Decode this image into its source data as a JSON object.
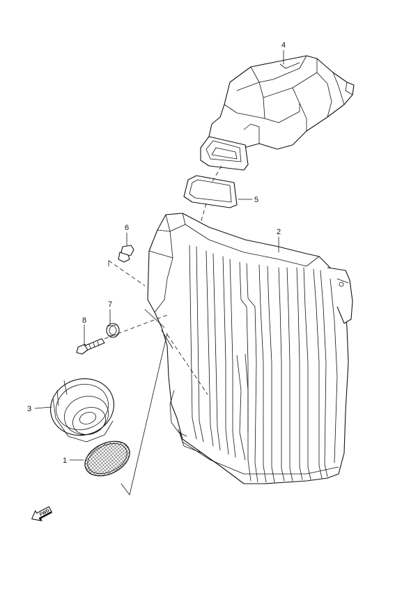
{
  "parts": [
    {
      "number": "1"
    },
    {
      "number": "2"
    },
    {
      "number": "3"
    },
    {
      "number": "4"
    },
    {
      "number": "5"
    },
    {
      "number": "6"
    },
    {
      "number": "7"
    },
    {
      "number": "8"
    }
  ],
  "fwd_arrow": {
    "label": "FWD",
    "icon": "fwd-arrow-icon"
  }
}
